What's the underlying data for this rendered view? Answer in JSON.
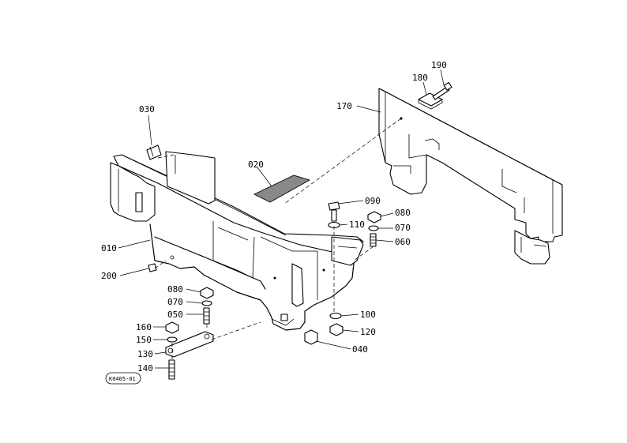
{
  "drawing_code": "K0405-01",
  "callouts": [
    {
      "id": "c-190",
      "label": "190"
    },
    {
      "id": "c-180",
      "label": "180"
    },
    {
      "id": "c-170",
      "label": "170"
    },
    {
      "id": "c-030",
      "label": "030"
    },
    {
      "id": "c-020",
      "label": "020"
    },
    {
      "id": "c-090",
      "label": "090"
    },
    {
      "id": "c-080a",
      "label": "080"
    },
    {
      "id": "c-110",
      "label": "110"
    },
    {
      "id": "c-070a",
      "label": "070"
    },
    {
      "id": "c-060",
      "label": "060"
    },
    {
      "id": "c-010",
      "label": "010"
    },
    {
      "id": "c-200",
      "label": "200"
    },
    {
      "id": "c-080b",
      "label": "080"
    },
    {
      "id": "c-070b",
      "label": "070"
    },
    {
      "id": "c-050",
      "label": "050"
    },
    {
      "id": "c-160",
      "label": "160"
    },
    {
      "id": "c-150",
      "label": "150"
    },
    {
      "id": "c-130",
      "label": "130"
    },
    {
      "id": "c-140",
      "label": "140"
    },
    {
      "id": "c-100",
      "label": "100"
    },
    {
      "id": "c-120",
      "label": "120"
    },
    {
      "id": "c-040",
      "label": "040"
    }
  ]
}
